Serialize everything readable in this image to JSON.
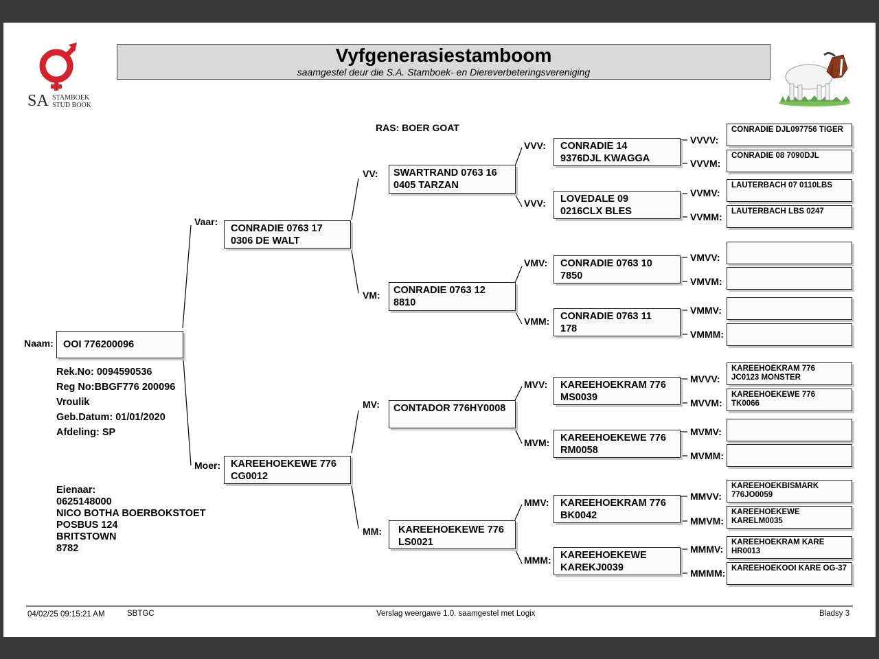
{
  "header": {
    "title": "Vyfgenerasiestamboom",
    "subtitle": "saamgestel deur die S.A. Stamboek- en Diereverbeteringsvereniging"
  },
  "logo": {
    "text": "SA",
    "line1": "STAMBOEK",
    "line2": "STUD BOOK",
    "icon": "gender-symbol-icon"
  },
  "breed": "RAS: BOER GOAT",
  "animal": {
    "label": "Naam:",
    "name": "OOI 776200096",
    "rek_no": "Rek.No: 0094590536",
    "reg_no": "Reg No:BBGF776 200096",
    "sex": "Vroulik",
    "birth_date": "Geb.Datum: 01/01/2020",
    "section": "Afdeling: SP"
  },
  "owner": {
    "label": "Eienaar:",
    "number": "0625148000",
    "name": "NICO BOTHA BOERBOKSTOET",
    "address1": "POSBUS 124",
    "address2": "BRITSTOWN",
    "postal_code": "8782"
  },
  "gen1": {
    "V": {
      "label": "Vaar:",
      "name": "CONRADIE 0763 17\n0306 DE WALT"
    },
    "M": {
      "label": "Moer:",
      "name": "KAREEHOEKEWE 776\nCG0012"
    }
  },
  "gen2": {
    "VV": {
      "label": "VV:",
      "name": "SWARTRAND 0763 16\n0405 TARZAN"
    },
    "VM": {
      "label": "VM:",
      "name": "CONRADIE 0763 12\n8810"
    },
    "MV": {
      "label": "MV:",
      "name": "CONTADOR 776HY0008"
    },
    "MM": {
      "label": "MM:",
      "name": "KAREEHOEKEWE 776\nLS0021"
    }
  },
  "gen3": {
    "VVV": {
      "label": "VVV:",
      "name": "CONRADIE 14\n9376DJL KWAGGA"
    },
    "VVM": {
      "label": "VVV:",
      "name": "LOVEDALE 09\n0216CLX BLES"
    },
    "VMV": {
      "label": "VMV:",
      "name": "CONRADIE 0763 10\n7850"
    },
    "VMM": {
      "label": "VMM:",
      "name": "CONRADIE 0763 11\n178"
    },
    "MVV": {
      "label": "MVV:",
      "name": "KAREEHOEKRAM 776\nMS0039"
    },
    "MVM": {
      "label": "MVM:",
      "name": "KAREEHOEKEWE 776\nRM0058"
    },
    "MMV": {
      "label": "MMV:",
      "name": "KAREEHOEKRAM 776\nBK0042"
    },
    "MMM": {
      "label": "MMM:",
      "name": "KAREEHOEKEWE\nKAREKJ0039"
    }
  },
  "gen4": {
    "VVVV": {
      "label": "VVVV:",
      "name": "CONRADIE DJL097756 TIGER"
    },
    "VVVM": {
      "label": "VVVM:",
      "name": "CONRADIE 08 7090DJL"
    },
    "VVMV": {
      "label": "VVMV:",
      "name": "LAUTERBACH 07 0110LBS"
    },
    "VVMM": {
      "label": "VVMM:",
      "name": "LAUTERBACH LBS 0247"
    },
    "VMVV": {
      "label": "VMVV:",
      "name": ""
    },
    "VMVM": {
      "label": "VMVM:",
      "name": ""
    },
    "VMMV": {
      "label": "VMMV:",
      "name": ""
    },
    "VMMM": {
      "label": "VMMM:",
      "name": ""
    },
    "MVVV": {
      "label": "MVVV:",
      "name": "KAREEHOEKRAM 776\nJC0123 MONSTER"
    },
    "MVVM": {
      "label": "MVVM:",
      "name": "KAREEHOEKEWE 776\nTK0066"
    },
    "MVMV": {
      "label": "MVMV:",
      "name": ""
    },
    "MVMM": {
      "label": "MVMM:",
      "name": ""
    },
    "MMVV": {
      "label": "MMVV:",
      "name": "KAREEHOEKBISMARK\n776JO0059"
    },
    "MMVM": {
      "label": "MMVM:",
      "name": "KAREEHOEKEWE\nKARELM0035"
    },
    "MMMV": {
      "label": "MMMV:",
      "name": "KAREEHOEKRAM KARE\nHR0013"
    },
    "MMMM": {
      "label": "MMMM:",
      "name": "KAREEHOEKOOI KARE OG-37"
    }
  },
  "footer": {
    "datetime": "04/02/25 09:15:21 AM",
    "code": "SBTGC",
    "report": "Verslag weergawe 1.0. saamgestel met Logix",
    "page": "Bladsy 3"
  }
}
